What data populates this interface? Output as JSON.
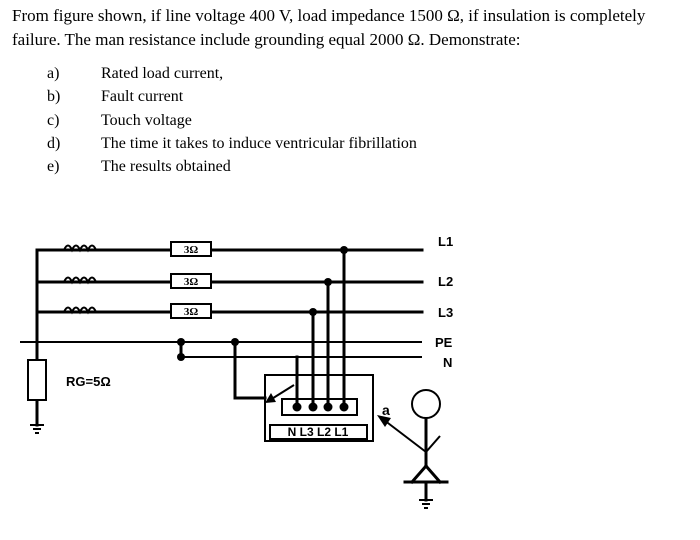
{
  "problem": {
    "statement": "From figure shown, if line voltage 400 V, load impedance 1500 Ω, if insulation is completely failure. The man resistance include grounding equal 2000 Ω. Demonstrate:",
    "tasks": [
      {
        "label": "a)",
        "text": "Rated load current,"
      },
      {
        "label": "b)",
        "text": "Fault current"
      },
      {
        "label": "c)",
        "text": "Touch voltage"
      },
      {
        "label": "d)",
        "text": "The time it takes to induce ventricular fibrillation"
      },
      {
        "label": "e)",
        "text": "The results obtained"
      }
    ]
  },
  "diagram": {
    "lines": {
      "l1": "L1",
      "l2": "L2",
      "l3": "L3",
      "pe": "PE",
      "n": "N"
    },
    "resistor_l1": "3Ω",
    "resistor_l2": "3Ω",
    "resistor_l3": "3Ω",
    "grounding_label": "RG=5Ω",
    "terminal_label": "N L3 L2 L1",
    "touch_point_label": "a"
  }
}
